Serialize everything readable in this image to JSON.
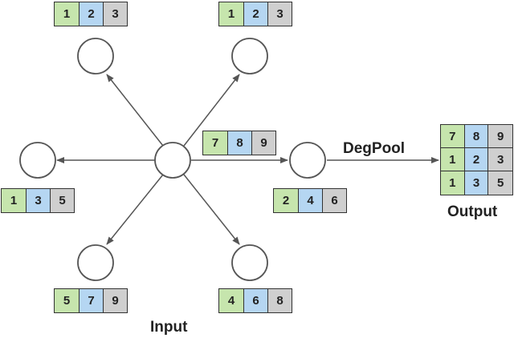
{
  "colors": {
    "green": "#c6e5ad",
    "blue": "#b5d6f2",
    "gray": "#cfcfcf",
    "stroke": "#555555"
  },
  "vectors": {
    "top_left": [
      "1",
      "2",
      "3"
    ],
    "top_right": [
      "1",
      "2",
      "3"
    ],
    "left": [
      "1",
      "3",
      "5"
    ],
    "center_right": [
      "7",
      "8",
      "9"
    ],
    "right_below": [
      "2",
      "4",
      "6"
    ],
    "bottom_left": [
      "5",
      "7",
      "9"
    ],
    "bottom_right": [
      "4",
      "6",
      "8"
    ]
  },
  "output_matrix": [
    [
      "7",
      "8",
      "9"
    ],
    [
      "1",
      "2",
      "3"
    ],
    [
      "1",
      "3",
      "5"
    ]
  ],
  "labels": {
    "degpool": "DegPool",
    "output": "Output",
    "input": "Input"
  }
}
